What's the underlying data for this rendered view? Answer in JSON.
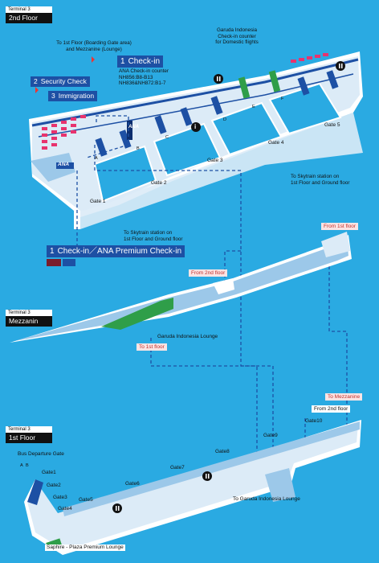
{
  "colors": {
    "background": "#2aaae2",
    "floor": "#dcebf7",
    "floor_edge": "#ffffff",
    "wall": "#1d50a4",
    "desk_blue": "#1d50a4",
    "garuda_green": "#2f9e49",
    "pink": "#e8336e",
    "route": "#1d50a4"
  },
  "floor2": {
    "terminal": "Terminal 3",
    "floor": "2nd Floor",
    "to_1st_floor_mezz": [
      "To 1st Floor (Boarding Gate area)",
      "and Mezzanine (Lounge)"
    ],
    "checkin_box": "Check-in",
    "checkin_num": "1",
    "ana_counter": [
      "ANA Check-in counter",
      "NH856:B8-B13",
      "NH836&NH872:B1-7"
    ],
    "security_num": "2",
    "security_box": "Security Check",
    "immigration_num": "3",
    "immigration_box": "Immigration",
    "garuda_counter": [
      "Garuda Indonesia",
      "Check-in counter",
      "for Domestic flights"
    ],
    "skytrain_right": [
      "To Skytrain station on",
      "1st Floor and Ground floor"
    ],
    "skytrain_left": [
      "To Skytrain station on",
      "1st Floor and Ground floor"
    ],
    "premium_num": "1",
    "premium_box": "Check-in／ANA Premium Check-in",
    "ana_logo": "ANA",
    "info_icon": "i",
    "zones": [
      "A",
      "B",
      "C",
      "D",
      "E",
      "F"
    ],
    "gates": {
      "g1": "Gate 1",
      "g2": "Gate 2",
      "g3": "Gate 3",
      "g4": "Gate 4",
      "g5": "Gate 5"
    }
  },
  "mezzanine": {
    "terminal": "Terminal 3",
    "floor": "Mezzanin",
    "from_2nd": "From 2nd floor",
    "from_1st": "From 1st floor",
    "garuda_lounge": "Garuda Indonesia Lounge",
    "to_1st": "To 1st floor"
  },
  "floor1": {
    "terminal": "Terminal 3",
    "floor": "1st Floor",
    "bus_gate": "Bus Departure Gate",
    "to_mezz": "To Mezzanine",
    "from_2nd": "From 2nd floor",
    "to_garuda": "To Garuda Indonesia Lounge",
    "saphire": "Saphire - Plaza Premium Lounge",
    "gates": {
      "g1": "Gate1",
      "g2": "Gate2",
      "g3": "Gate3",
      "g4": "Gate4",
      "g5": "Gate5",
      "g6": "Gate6",
      "g7": "Gate7",
      "g8": "Gate8",
      "g9": "Gate9",
      "g10": "Gate10"
    },
    "bus_codes": [
      "A",
      "B"
    ]
  }
}
